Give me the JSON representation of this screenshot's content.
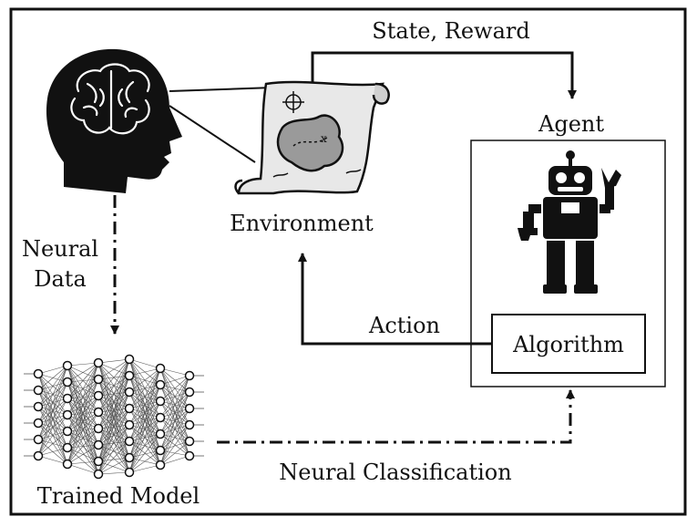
{
  "labels": {
    "state_reward": "State, Reward",
    "agent": "Agent",
    "environment": "Environment",
    "neural_data_line1": "Neural",
    "neural_data_line2": "Data",
    "action": "Action",
    "algorithm": "Algorithm",
    "neural_classification": "Neural Classification",
    "trained_model": "Trained Model"
  },
  "icons": {
    "head": "human-head-brain-icon",
    "map": "treasure-map-scroll-icon",
    "robot": "robot-icon",
    "network": "neural-network-icon"
  },
  "colors": {
    "stroke": "#111111",
    "background": "#ffffff",
    "map_fill": "#e8e8e8",
    "island_fill": "#9a9a9a"
  }
}
